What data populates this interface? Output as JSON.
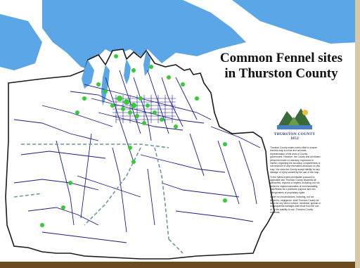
{
  "title_line1": "Common Fennel sites",
  "title_line2": "in Thurston County",
  "logo": {
    "name": "THURSTON COUNTY",
    "sub": "1852"
  },
  "disclaimer": [
    "Thurston County makes every effort to ensure that this map is a true and accurate representation of the work of County government. However, the County and all related personnel make no warranty, expressed or implied, regarding the accuracy, completeness or convenience of any information disclosed on this map. Nor does the County accept liability for any damage or injury caused by the use of this map.",
    "To the fullest extent permissible pursuant to applicable law, Thurston County disclaims all warranties, express or implied, including, but not limited to implied warranties of merchantability, data fitness for a particular purpose and non-infringements of proprietary rights.",
    "Under no circumstances, including, but not limited to, negligence, shall Thurston County be liable for any direct, indirect, incidental, special or consequential damages that result from the use of, or the inability to use, Thurston County materials."
  ],
  "colors": {
    "water": "#5aa6e6",
    "land": "#ffffff",
    "border": "#1a1a1a",
    "roads": "#1a1a8a",
    "sites": "#33cc33",
    "boundary_dashed": "#6a9a9a",
    "frame": "#6b4a1e"
  },
  "icons": [
    "county-logo-icon"
  ]
}
